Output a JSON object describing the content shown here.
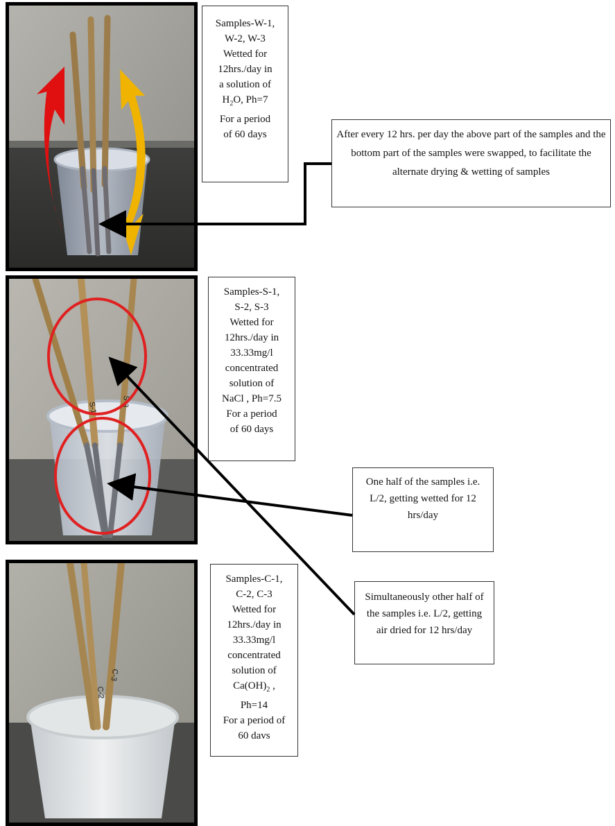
{
  "panels": [
    {
      "id": "water",
      "label_lines": [
        "Samples-W-1,",
        "W-2, W-3",
        "Wetted for",
        "12hrs./day in",
        "a solution of",
        "H2O, Ph=7",
        "For a period",
        "of 60 days"
      ]
    },
    {
      "id": "nacl",
      "label_lines": [
        "Samples-S-1,",
        "S-2, S-3",
        "Wetted for",
        "12hrs./day in",
        "33.33mg/l",
        "concentrated",
        "solution of",
        "NaCl , Ph=7.5",
        "For a period",
        "of 60 days"
      ],
      "stick_marks": [
        "S-1",
        "S-3"
      ]
    },
    {
      "id": "caoh2",
      "label_lines": [
        "Samples-C-1,",
        "C-2, C-3",
        "Wetted for",
        "12hrs./day in",
        "33.33mg/l",
        "concentrated",
        "solution of",
        "Ca(OH)2 ,",
        "Ph=14",
        "For a period of",
        "60 davs"
      ],
      "stick_marks": [
        "C-2",
        "C-3"
      ]
    }
  ],
  "callouts": {
    "swap_note": "After every 12 hrs. per day  the above part of the samples and the bottom part of the samples were swapped, to facilitate the alternate drying & wetting of samples",
    "wet_half": "One half of the samples i.e. L/2, getting wetted for 12 hrs/day",
    "dry_half": "Simultaneously other half of the samples i.e. L/2, getting air dried for 12 hrs/day"
  },
  "colors": {
    "swap_arrow_left": "#e01010",
    "swap_arrow_right": "#f0b400",
    "highlight_circle": "#e02020",
    "pointer_arrow": "#000000"
  }
}
